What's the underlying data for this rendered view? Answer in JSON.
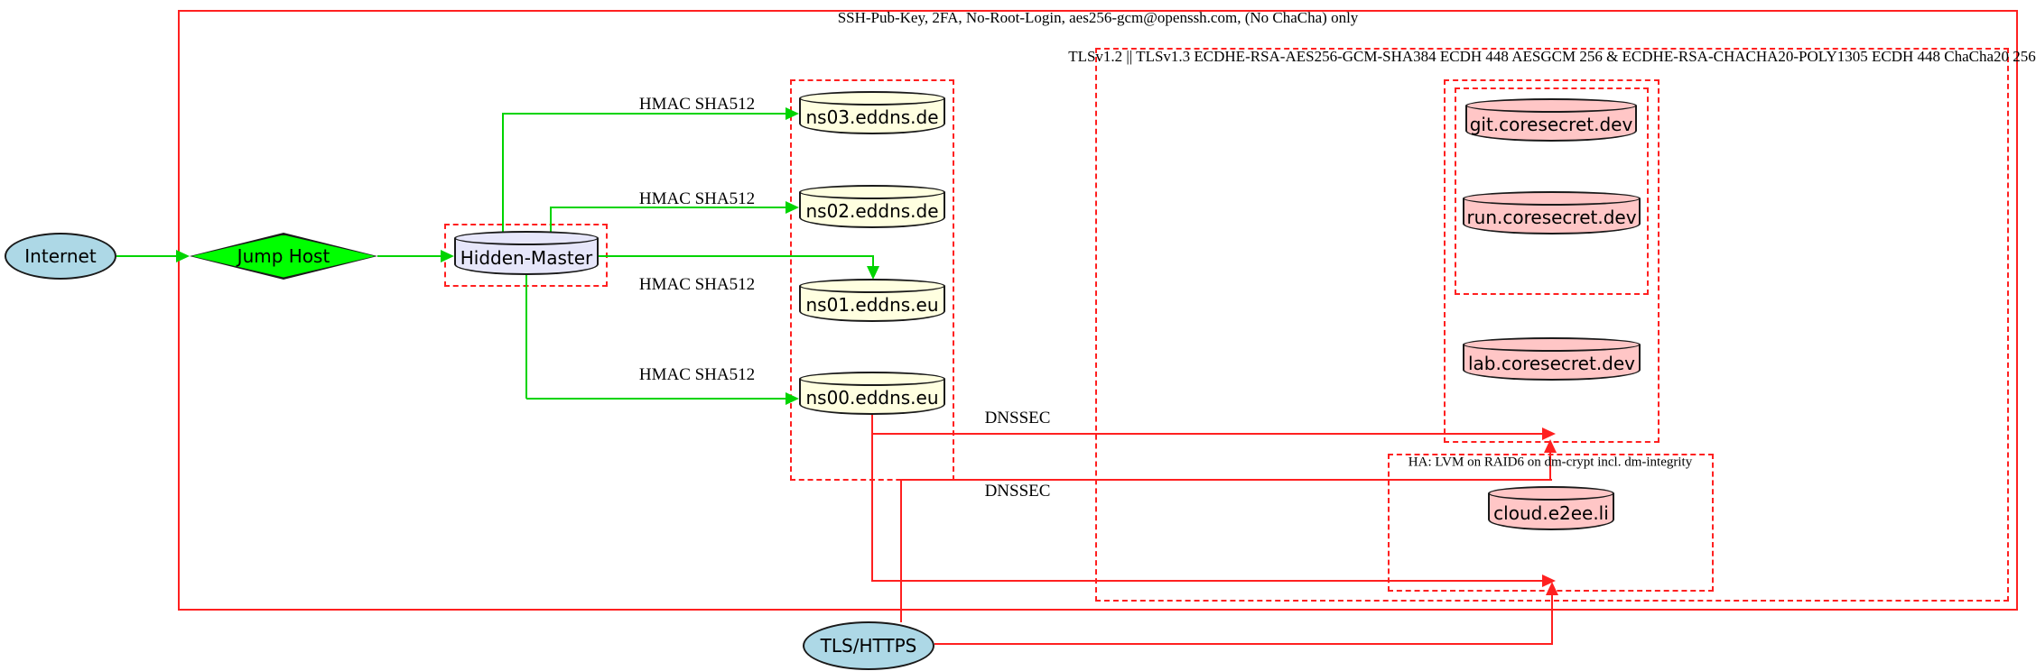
{
  "diagram": {
    "clusters": {
      "ssh": "SSH-Pub-Key, 2FA, No-Root-Login, aes256-gcm@openssh.com, (No ChaCha) only",
      "tls": "TLSv1.2 || TLSv1.3 ECDHE-RSA-AES256-GCM-SHA384 ECDH 448 AESGCM 256 & ECDHE-RSA-CHACHA20-POLY1305 ECDH 448 ChaCha20 256",
      "ha": "HA: LVM on RAID6 on dm-crypt incl. dm-integrity"
    },
    "nodes": {
      "internet": "Internet",
      "jump_host": "Jump Host",
      "hidden_master": "Hidden-Master",
      "ns03": "ns03.eddns.de",
      "ns02": "ns02.eddns.de",
      "ns01": "ns01.eddns.eu",
      "ns00": "ns00.eddns.eu",
      "git": "git.coresecret.dev",
      "run": "run.coresecret.dev",
      "lab": "lab.coresecret.dev",
      "cloud": "cloud.e2ee.li",
      "tls_https": "TLS/HTTPS"
    },
    "edge_labels": {
      "hmac": "HMAC SHA512",
      "dnssec": "DNSSEC"
    },
    "colors": {
      "cluster_red": "#ff2020",
      "edge_red": "#ff2020",
      "edge_green": "#00d400",
      "node_border": "#1a1a1a",
      "fill_lightblue": "#add8e6",
      "fill_green": "#00ff00",
      "fill_lavender": "#e6e6fa",
      "fill_lightyellow": "#ffffe0",
      "fill_pink": "#ffc6c6"
    }
  }
}
